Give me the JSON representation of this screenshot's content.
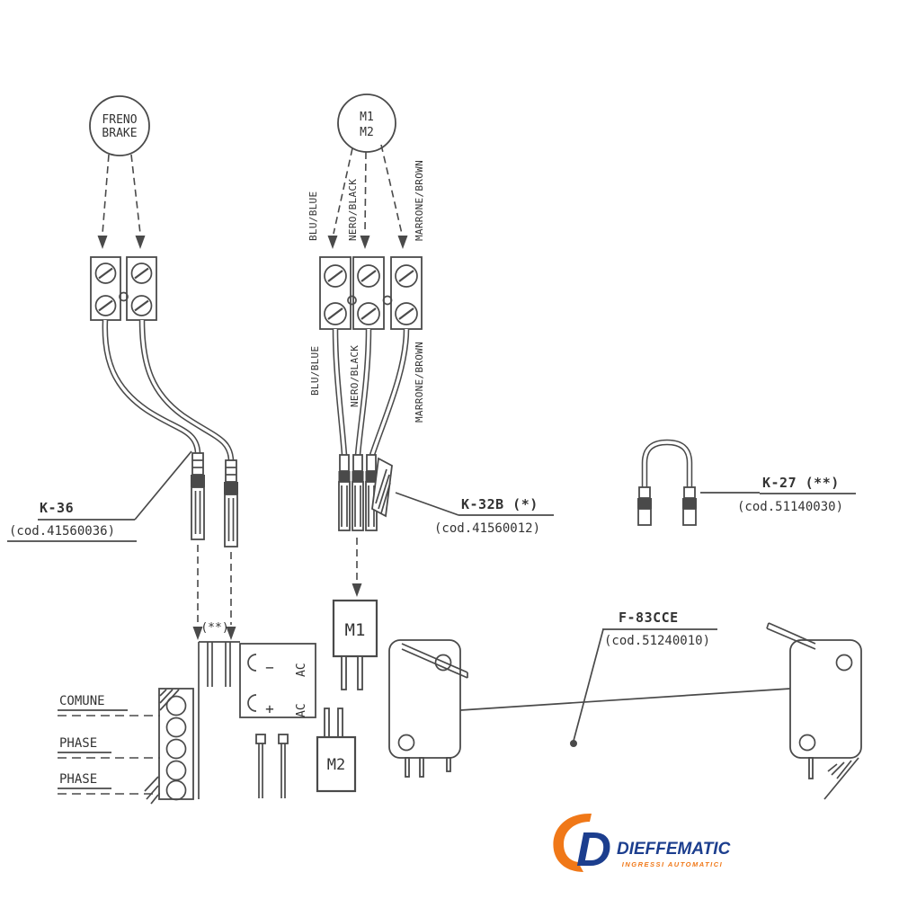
{
  "diagram": {
    "brake": {
      "line1": "FRENO",
      "line2": "BRAKE"
    },
    "motor": {
      "line1": "M1",
      "line2": "M2"
    },
    "wire_labels": {
      "blue_top": "BLU/BLUE",
      "black_top": "NERO/BLACK",
      "brown_top": "MARRONE/BROWN",
      "blue_bottom": "BLU/BLUE",
      "black_bottom": "NERO/BLACK",
      "brown_bottom": "MARRONE/BROWN"
    },
    "parts": {
      "k36_name": "K-36",
      "k36_code": "(cod.41560036)",
      "k32b_name": "K-32B (*)",
      "k32b_code": "(cod.41560012)",
      "k27_name": "K-27 (**)",
      "k27_code": "(cod.51140030)",
      "f83cce_name": "F-83CCE",
      "f83cce_code": "(cod.51240010)"
    },
    "board": {
      "asterisks": "(**)",
      "m1_box": "M1",
      "m2_box": "M2",
      "ac_top": "AC",
      "ac_bottom": "AC",
      "minus_sign": "−",
      "plus_sign": "+",
      "comune": "COMUNE",
      "phase1": "PHASE",
      "phase2": "PHASE"
    },
    "logo": {
      "initial": "D",
      "brand": "DIEFFEMATIC",
      "tagline": "INGRESSI AUTOMATICI"
    },
    "colors": {
      "line": "#4a4a4a",
      "logo_blue": "#1c3e8e",
      "logo_orange": "#f07818"
    }
  }
}
